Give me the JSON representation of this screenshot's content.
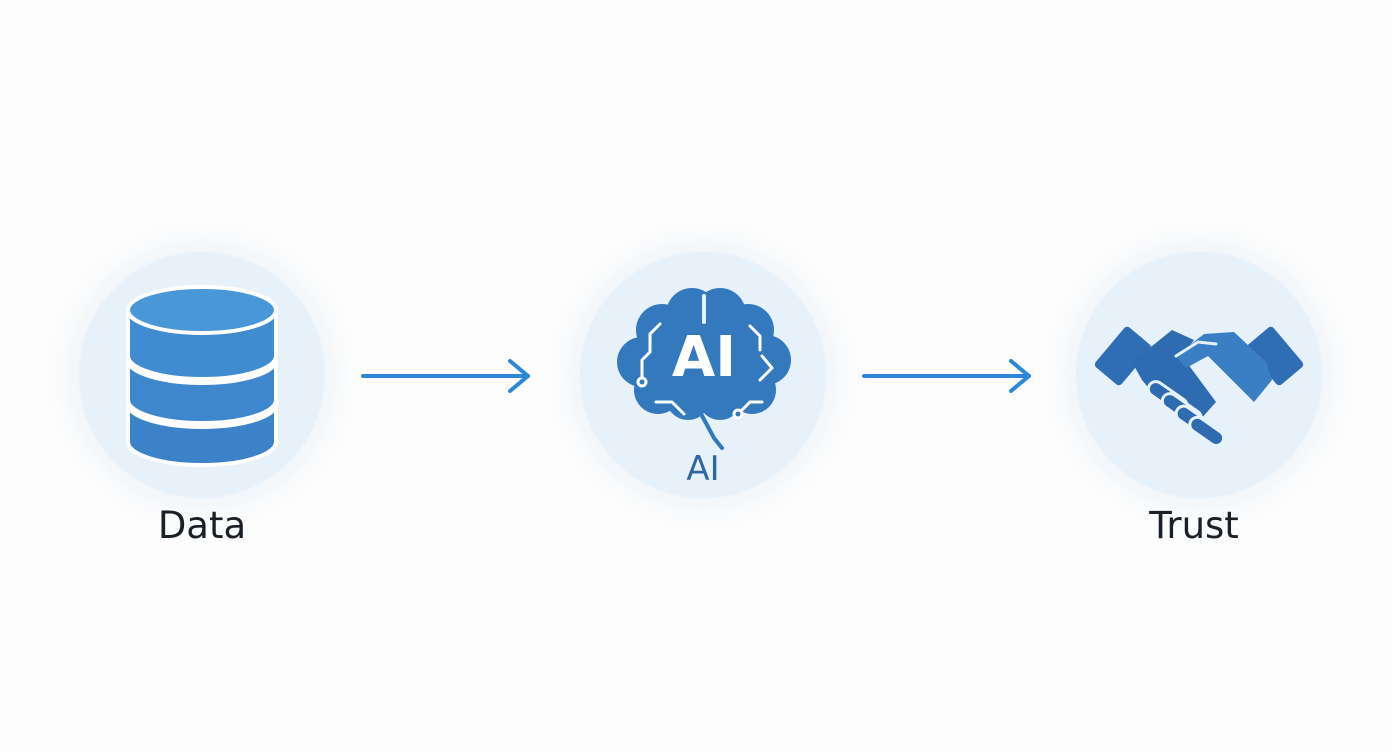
{
  "nodes": [
    {
      "label": "Data",
      "icon": "database-icon"
    },
    {
      "label": "AI",
      "icon": "brain-ai-icon",
      "icon_text": "AI"
    },
    {
      "label": "Trust",
      "icon": "handshake-icon"
    }
  ],
  "connectors": [
    {
      "from": "Data",
      "to": "AI",
      "icon": "arrow-right-icon"
    },
    {
      "from": "AI",
      "to": "Trust",
      "icon": "arrow-right-icon"
    }
  ],
  "colors": {
    "background": "#fdfdfd",
    "circle_fill": "#e6f1fa",
    "icon_primary": "#3b82c8",
    "icon_dark": "#2e6bb0",
    "arrow": "#2e86d6",
    "label_text": "#1a1f28"
  }
}
